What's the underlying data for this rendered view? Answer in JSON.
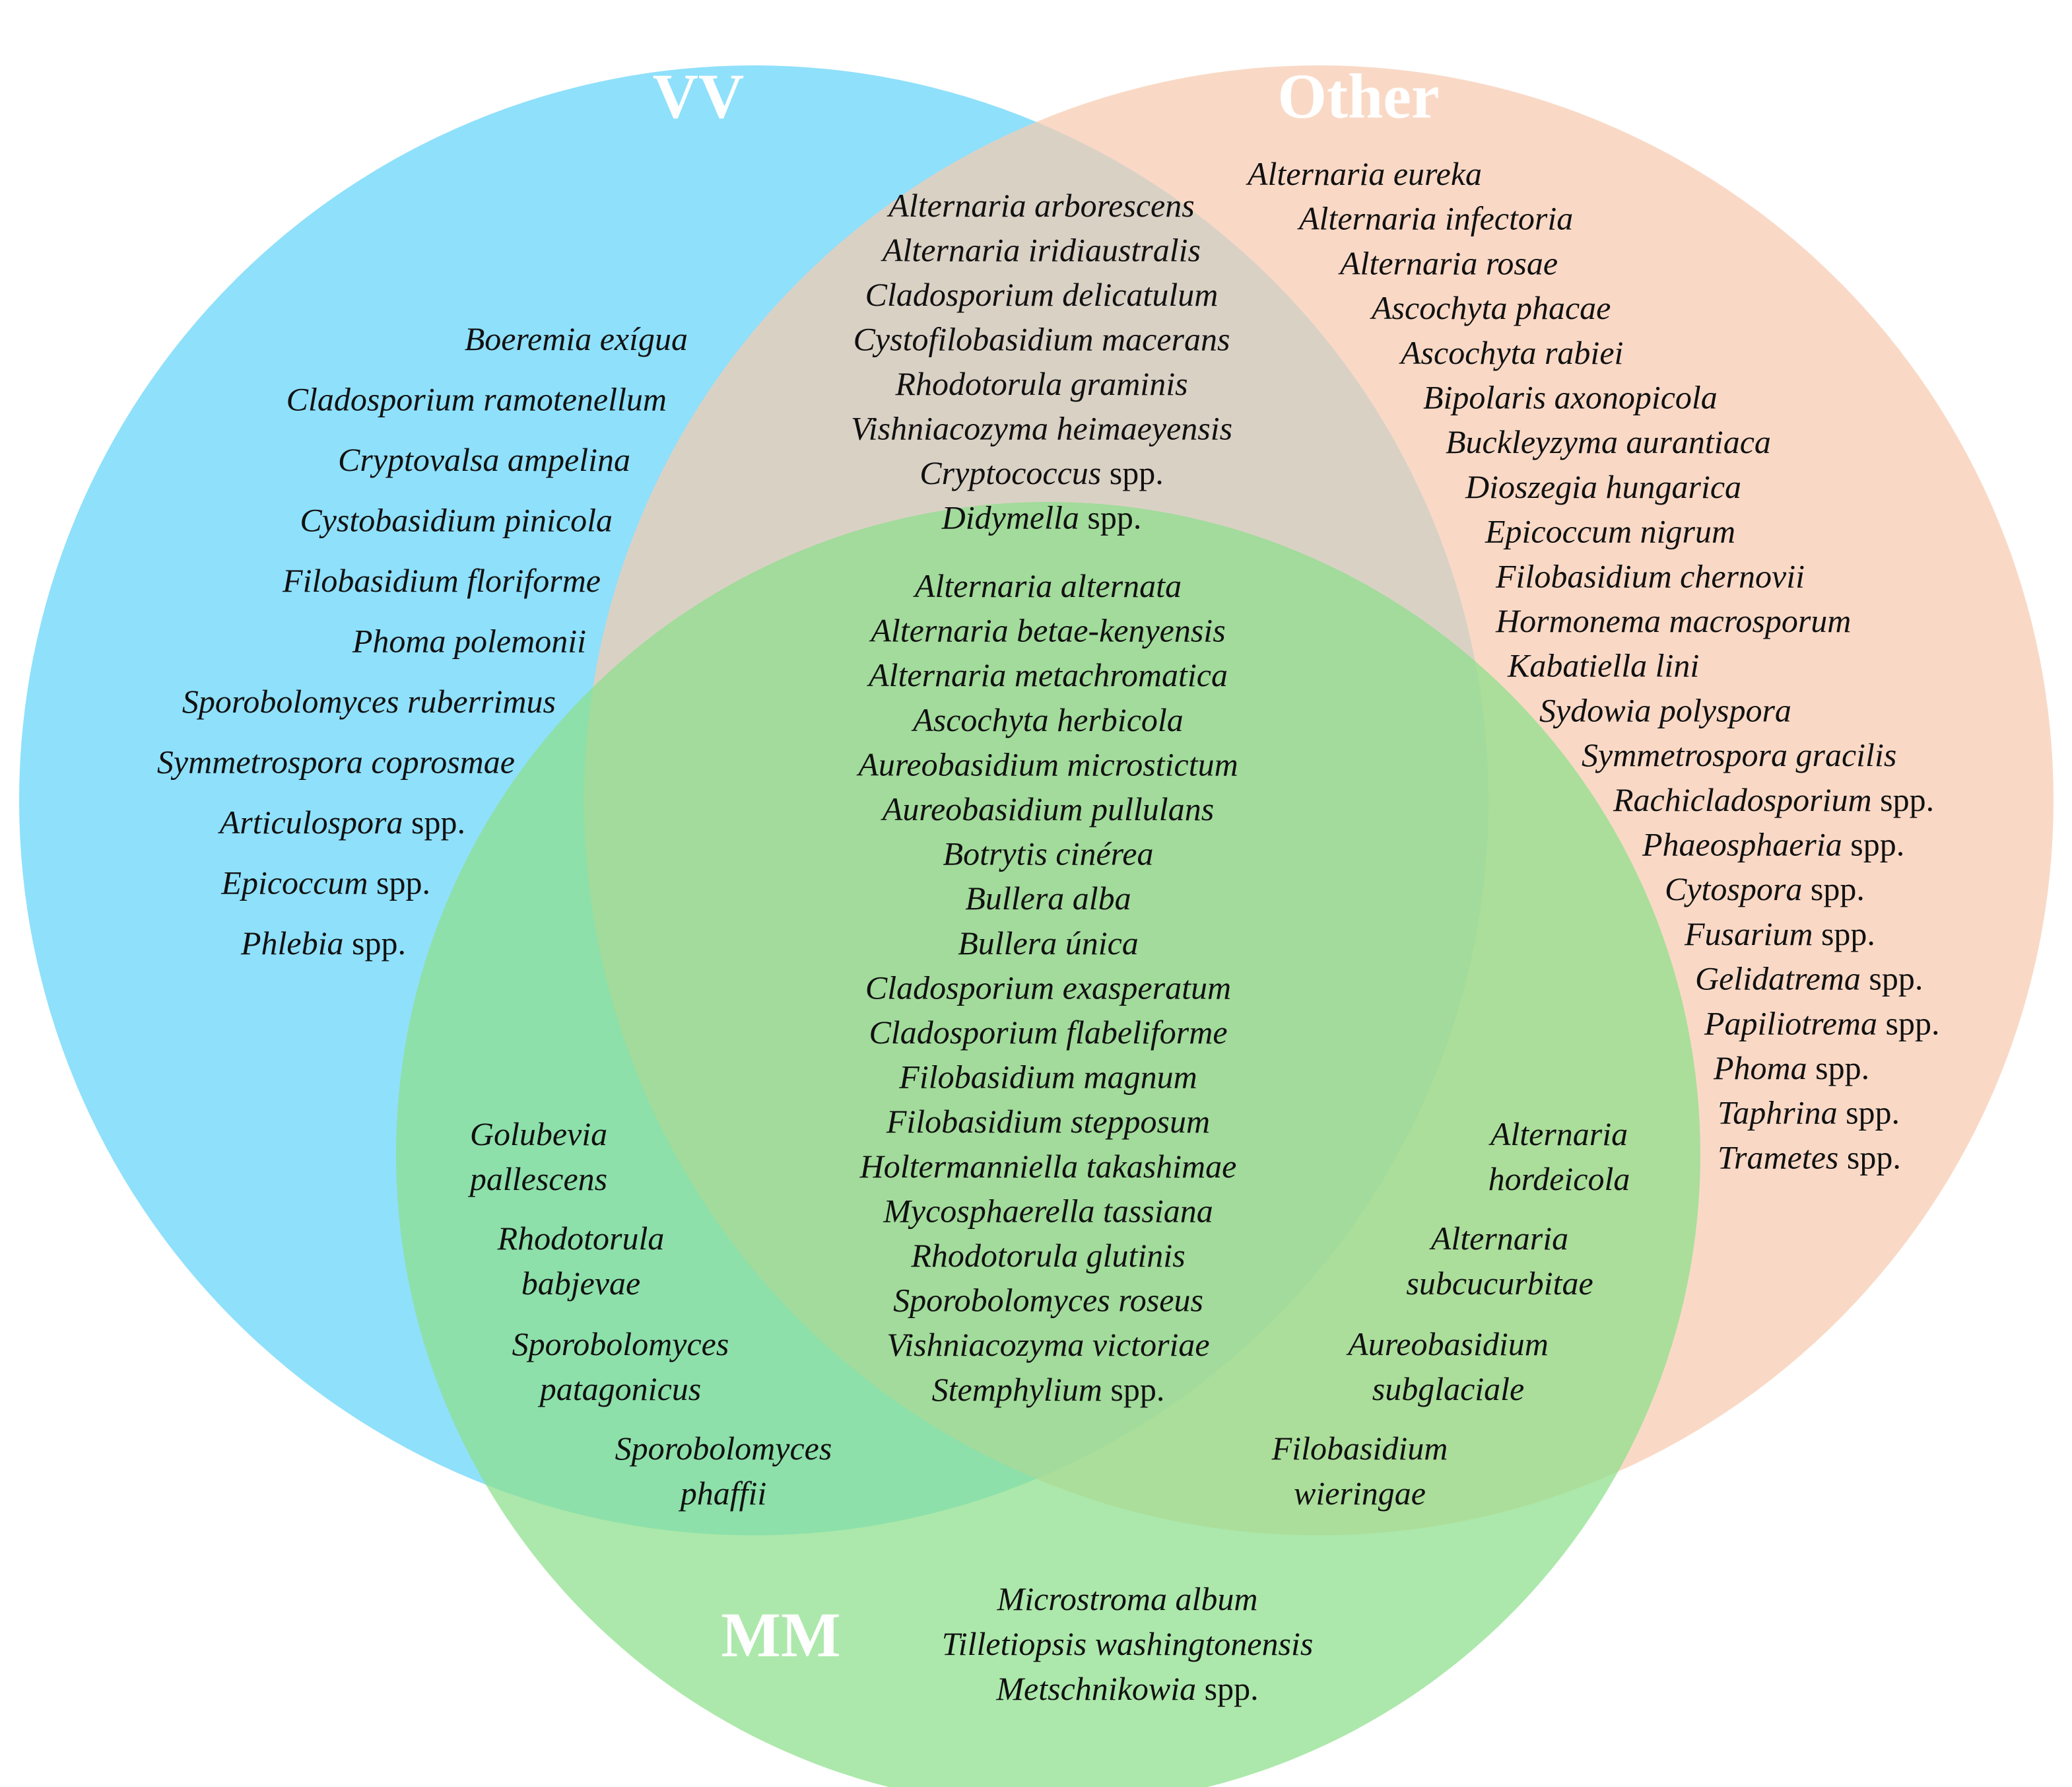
{
  "sets": [
    {
      "id": "vv",
      "label": "VV",
      "color": "#8fe0fb"
    },
    {
      "id": "other",
      "label": "Other",
      "color": "#f7cbb0"
    },
    {
      "id": "mm",
      "label": "MM",
      "color": "#8cdf8a"
    }
  ],
  "regions": {
    "vv_only": [
      {
        "genus": "Boeremia exígua"
      },
      {
        "genus": "Cladosporium ramotenellum"
      },
      {
        "genus": "Cryptovalsa ampelina"
      },
      {
        "genus": "Cystobasidium pinicola"
      },
      {
        "genus": "Filobasidium floriforme"
      },
      {
        "genus": "Phoma polemonii"
      },
      {
        "genus": "Sporobolomyces ruberrimus"
      },
      {
        "genus": "Symmetrospora coprosmae"
      },
      {
        "genus": "Articulospora",
        "suffix": " spp."
      },
      {
        "genus": "Epicoccum",
        "suffix": " spp."
      },
      {
        "genus": "Phlebia",
        "suffix": " spp."
      }
    ],
    "vv_other": [
      {
        "genus": "Alternaria arborescens"
      },
      {
        "genus": "Alternaria iridiaustralis"
      },
      {
        "genus": "Cladosporium delicatulum"
      },
      {
        "genus": "Cystofilobasidium macerans"
      },
      {
        "genus": "Rhodotorula graminis"
      },
      {
        "genus": "Vishniacozyma heimaeyensis"
      },
      {
        "genus": "Cryptococcus",
        "suffix": " spp."
      },
      {
        "genus": "Didymella",
        "suffix": " spp."
      }
    ],
    "other_only": [
      {
        "genus": "Alternaria eureka"
      },
      {
        "genus": "Alternaria infectoria"
      },
      {
        "genus": "Alternaria rosae"
      },
      {
        "genus": "Ascochyta phacae"
      },
      {
        "genus": "Ascochyta rabiei"
      },
      {
        "genus": "Bipolaris axonopicola"
      },
      {
        "genus": "Buckleyzyma aurantiaca"
      },
      {
        "genus": "Dioszegia hungarica"
      },
      {
        "genus": "Epicoccum nigrum"
      },
      {
        "genus": "Filobasidium chernovii"
      },
      {
        "genus": "Hormonema macrosporum"
      },
      {
        "genus": "Kabatiella lini"
      },
      {
        "genus": "Sydowia polyspora"
      },
      {
        "genus": "Symmetrospora gracilis"
      },
      {
        "genus": "Rachicladosporium",
        "suffix": " spp."
      },
      {
        "genus": "Phaeosphaeria",
        "suffix": " spp."
      },
      {
        "genus": "Cytospora",
        "suffix": " spp."
      },
      {
        "genus": "Fusarium",
        "suffix": " spp."
      },
      {
        "genus": "Gelidatrema",
        "suffix": " spp."
      },
      {
        "genus": "Papiliotrema",
        "suffix": " spp."
      },
      {
        "genus": "Phoma",
        "suffix": " spp."
      },
      {
        "genus": "Taphrina",
        "suffix": " spp."
      },
      {
        "genus": "Trametes",
        "suffix": " spp."
      }
    ],
    "all_three": [
      {
        "genus": "Alternaria alternata"
      },
      {
        "genus": "Alternaria betae-kenyensis"
      },
      {
        "genus": "Alternaria metachromatica"
      },
      {
        "genus": "Ascochyta herbicola"
      },
      {
        "genus": "Aureobasidium microstictum"
      },
      {
        "genus": "Aureobasidium pullulans"
      },
      {
        "genus": "Botrytis cinérea"
      },
      {
        "genus": "Bullera alba"
      },
      {
        "genus": "Bullera única"
      },
      {
        "genus": "Cladosporium exasperatum"
      },
      {
        "genus": "Cladosporium flabeliforme"
      },
      {
        "genus": "Filobasidium magnum"
      },
      {
        "genus": "Filobasidium stepposum"
      },
      {
        "genus": "Holtermanniella takashimae"
      },
      {
        "genus": "Mycosphaerella tassiana"
      },
      {
        "genus": "Rhodotorula glutinis"
      },
      {
        "genus": "Sporobolomyces roseus"
      },
      {
        "genus": "Vishniacozyma victoriae"
      },
      {
        "genus": "Stemphylium",
        "suffix": " spp."
      }
    ],
    "vv_mm": [
      {
        "lines": [
          "Golubevia",
          "pallescens"
        ]
      },
      {
        "lines": [
          "Rhodotorula",
          "babjevae"
        ]
      },
      {
        "lines": [
          "Sporobolomyces",
          "patagonicus"
        ]
      },
      {
        "lines": [
          "Sporobolomyces",
          "phaffii"
        ]
      }
    ],
    "other_mm": [
      {
        "lines": [
          "Alternaria",
          "hordeicola"
        ]
      },
      {
        "lines": [
          "Alternaria",
          "subcucurbitae"
        ]
      },
      {
        "lines": [
          "Aureobasidium",
          "subglaciale"
        ]
      },
      {
        "lines": [
          "Filobasidium",
          "wieringae"
        ]
      }
    ],
    "mm_only": [
      {
        "genus": "Microstroma album"
      },
      {
        "genus": "Tilletiopsis washingtonensis"
      },
      {
        "genus": "Metschnikowia",
        "suffix": " spp."
      }
    ]
  }
}
